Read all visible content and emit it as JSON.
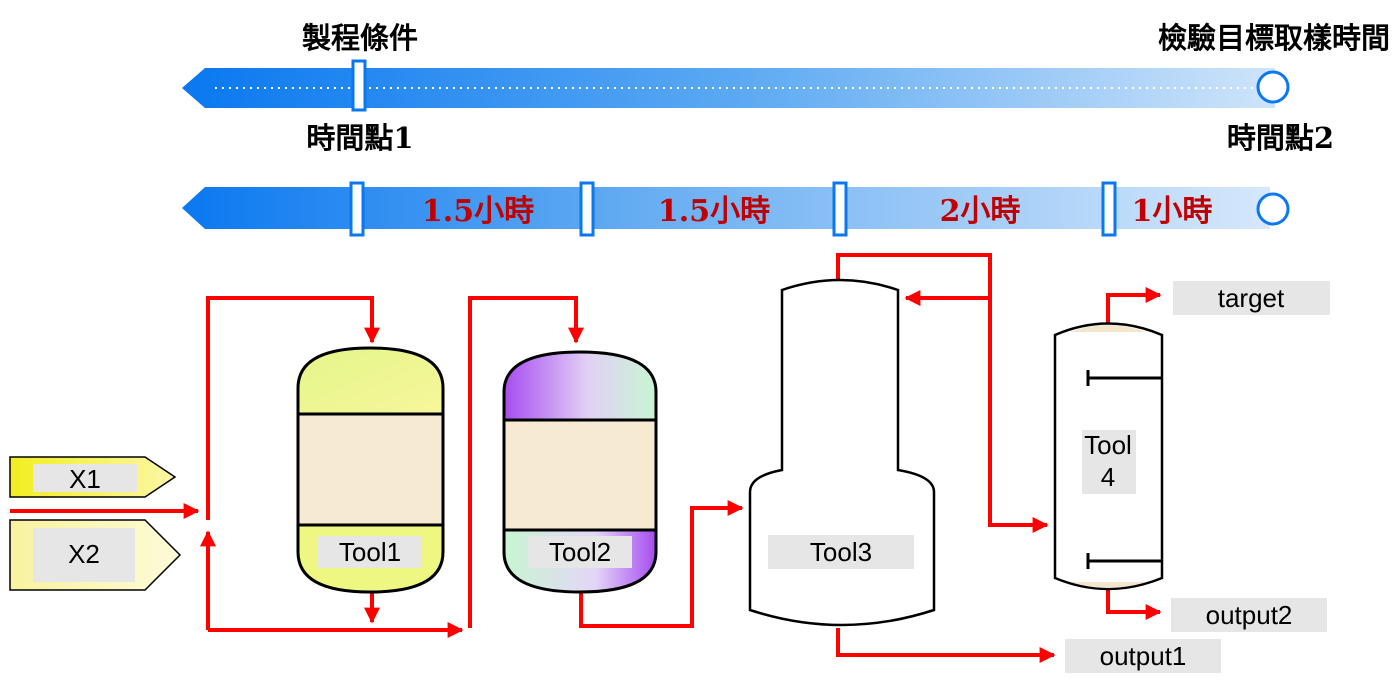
{
  "timeline_top": {
    "start_label": "製程條件",
    "end_label": "檢驗目標取樣時間",
    "point1_label": "時間點1",
    "point2_label": "時間點2"
  },
  "timeline_bottom": {
    "segments": [
      "1.5小時",
      "1.5小時",
      "2小時",
      "1小時"
    ]
  },
  "inputs": {
    "x1": "X1",
    "x2": "X2"
  },
  "tools": {
    "tool1": "Tool1",
    "tool2": "Tool2",
    "tool3": "Tool3",
    "tool4_line1": "Tool",
    "tool4_line2": "4"
  },
  "outputs": {
    "target": "target",
    "output1": "output1",
    "output2": "output2"
  },
  "colors": {
    "flow": "#ff0000",
    "timeline_blue": "#1e88f0",
    "duration_text": "#c00000"
  }
}
